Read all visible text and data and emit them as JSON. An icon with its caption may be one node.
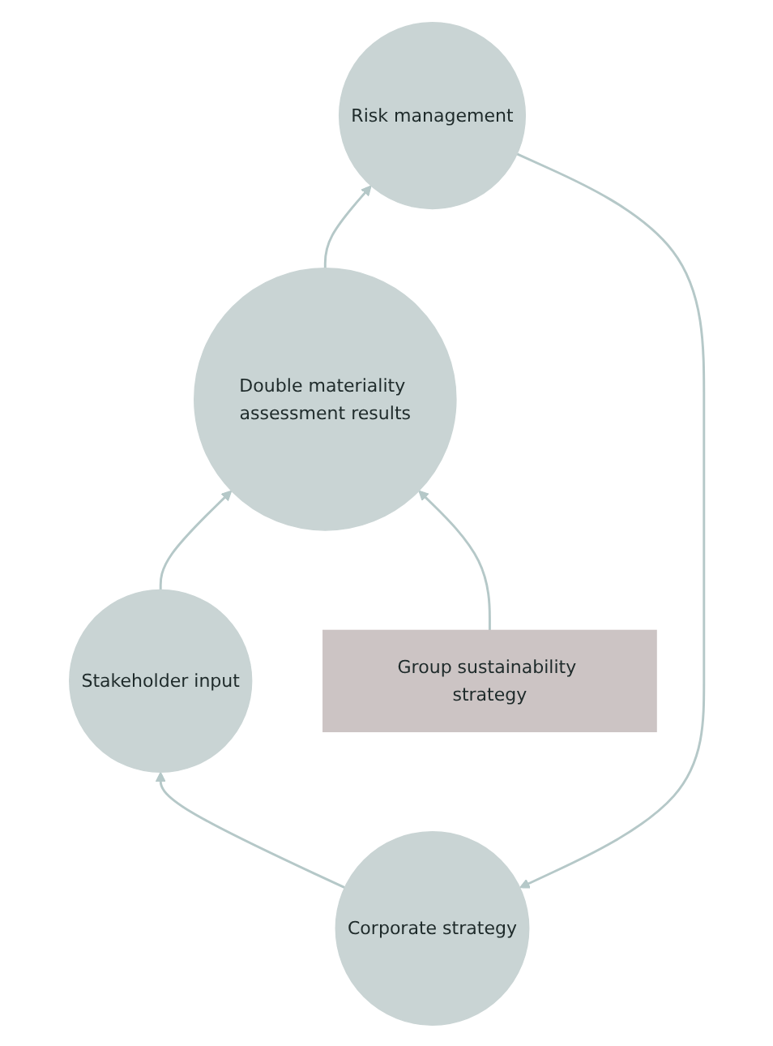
{
  "diagram": {
    "nodes": [
      {
        "text": [
          "Corporate strategy"
        ]
      },
      {
        "text": [
          "Stakeholder input"
        ]
      },
      {
        "text": [
          "Double materiality assessment results"
        ]
      },
      {
        "text": [
          "Risk management"
        ]
      },
      {
        "text": [
          "Group sustainability strategy"
        ]
      }
    ],
    "edges": [
      {
        "from": 0,
        "to": 1,
        "arrow": "to"
      },
      {
        "from": 1,
        "to": 2,
        "arrow": "to"
      },
      {
        "from": 2,
        "to": 3,
        "arrow": "to"
      },
      {
        "from": 3,
        "to": 0,
        "arrow": "to"
      },
      {
        "from": 4,
        "to": 2,
        "arrow": "to"
      }
    ]
  }
}
